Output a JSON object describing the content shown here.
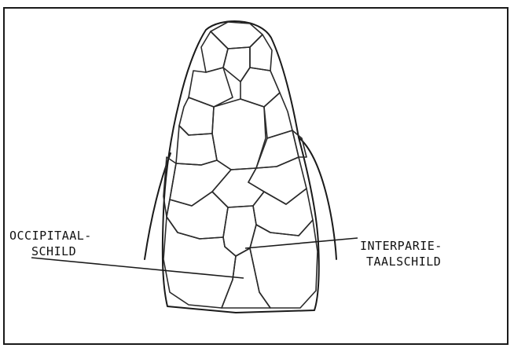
{
  "labels": {
    "occipital": {
      "line1": "OCCIPITAAL-",
      "line2": "SCHILD"
    },
    "interparietal": {
      "line1": "INTERPARIE-",
      "line2": "TAALSCHILD"
    }
  },
  "colors": {
    "ink": "#1a1a1a",
    "paper": "#ffffff"
  }
}
